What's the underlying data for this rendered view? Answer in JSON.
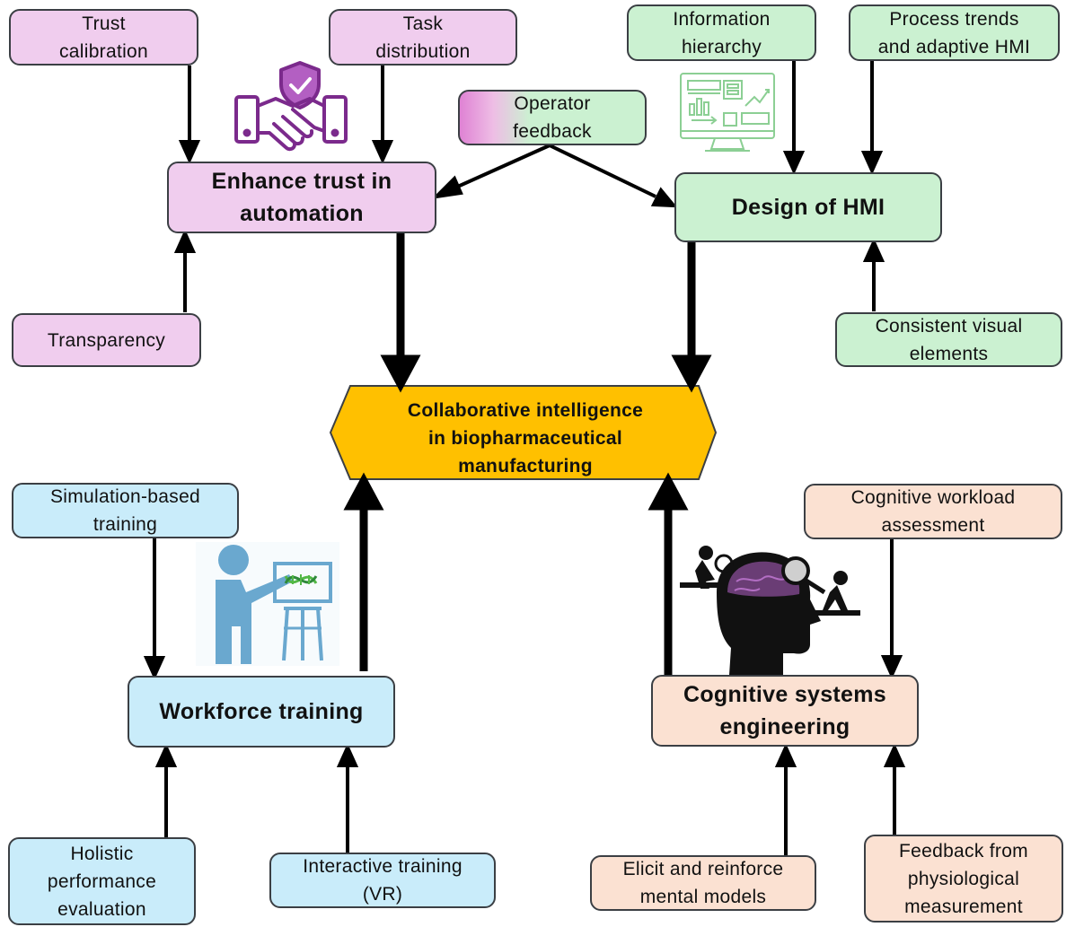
{
  "center": {
    "label": "Collaborative intelligence\nin biopharmaceutical\nmanufacturing",
    "color": "#FFC000"
  },
  "trust": {
    "title": "Enhance trust in\nautomation",
    "inputs": {
      "calibration": "Trust\ncalibration",
      "task": "Task\ndistribution",
      "transparency": "Transparency"
    },
    "icon": "handshake-shield-icon",
    "color": "#F0CDEE"
  },
  "hmi": {
    "title": "Design of HMI",
    "inputs": {
      "hierarchy": "Information\nhierarchy",
      "trends": "Process trends\nand adaptive HMI",
      "consistent": "Consistent visual\nelements"
    },
    "icon": "dashboard-monitor-icon",
    "color": "#CBF1D1"
  },
  "feedback": {
    "label": "Operator\nfeedback"
  },
  "training": {
    "title": "Workforce training",
    "inputs": {
      "simulation": "Simulation-based\ntraining",
      "holistic": "Holistic\nperformance\nevaluation",
      "interactive": "Interactive training\n(VR)"
    },
    "icon": "presenter-dna-board-icon",
    "color": "#C9ECFA"
  },
  "cognitive": {
    "title": "Cognitive systems\nengineering",
    "inputs": {
      "workload": "Cognitive workload\nassessment",
      "mental": "Elicit and reinforce\nmental models",
      "physio": "Feedback from\nphysiological\nmeasurement"
    },
    "icon": "brain-inspection-icon",
    "color": "#FBE1D2"
  }
}
